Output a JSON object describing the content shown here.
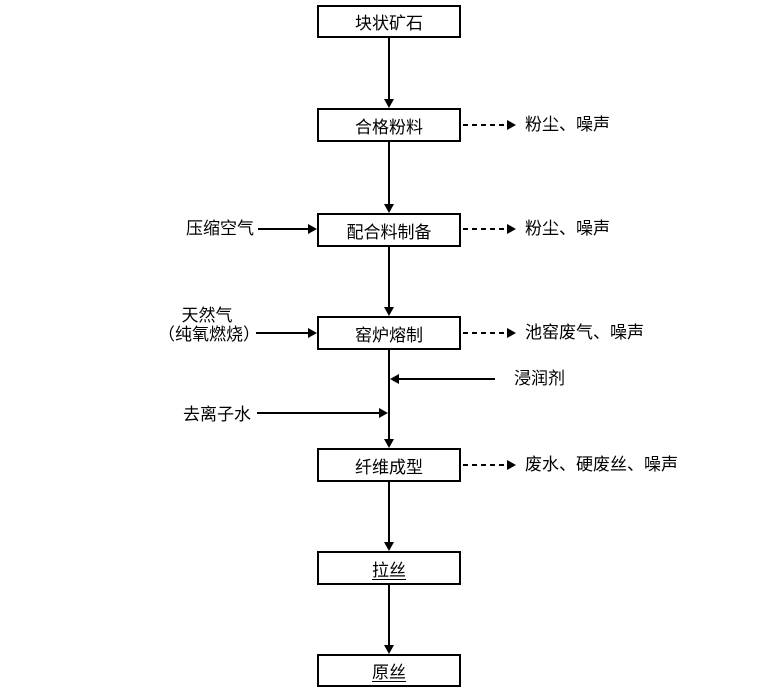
{
  "colors": {
    "line": "#000000",
    "box_border": "#000000",
    "box_fill": "#ffffff",
    "background": "#ffffff",
    "text": "#000000"
  },
  "process_boxes": [
    {
      "label": "块状矿石",
      "underlined": false
    },
    {
      "label": "合格粉料",
      "underlined": false
    },
    {
      "label": "配合料制备",
      "underlined": false
    },
    {
      "label": "窑炉熔制",
      "underlined": false
    },
    {
      "label": "纤维成型",
      "underlined": false
    },
    {
      "label": "拉丝",
      "underlined": true
    },
    {
      "label": "原丝",
      "underlined": true
    }
  ],
  "inputs": [
    {
      "label": "压缩空气",
      "side": "left",
      "to": "配合料制备"
    },
    {
      "label_line1": "天然气",
      "label_line2": "（纯氧燃烧）",
      "side": "left",
      "to": "窑炉熔制"
    },
    {
      "label": "浸润剂",
      "side": "right",
      "to": "纤维成型"
    },
    {
      "label": "去离子水",
      "side": "left",
      "to": "纤维成型"
    }
  ],
  "emissions": [
    {
      "label": "粉尘、噪声",
      "from": "合格粉料"
    },
    {
      "label": "粉尘、噪声",
      "from": "配合料制备"
    },
    {
      "label": "池窑废气、噪声",
      "from": "窑炉熔制"
    },
    {
      "label": "废水、硬废丝、噪声",
      "from": "纤维成型"
    }
  ]
}
